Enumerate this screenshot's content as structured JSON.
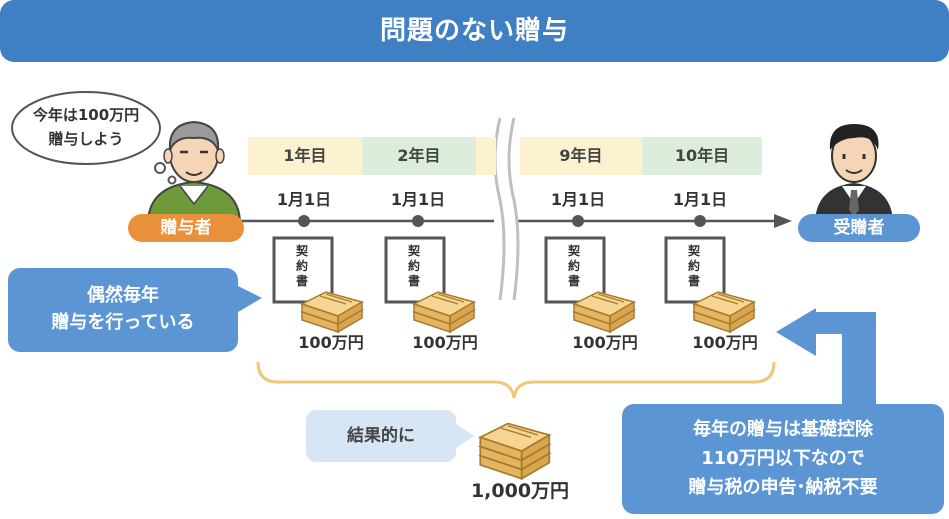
{
  "title": "問題のない贈与",
  "giver": {
    "label": "贈与者",
    "speech_line1": "今年は100万円",
    "speech_line2": "贈与しよう"
  },
  "receiver": {
    "label": "受贈者"
  },
  "years": [
    "1年目",
    "2年目",
    "9年目",
    "10年目"
  ],
  "dates": [
    "1月1日",
    "1月1日",
    "1月1日",
    "1月1日"
  ],
  "contract_label": [
    "契",
    "約",
    "書"
  ],
  "amounts": [
    "100万円",
    "100万円",
    "100万円",
    "100万円"
  ],
  "left_callout": {
    "line1": "偶然毎年",
    "line2": "贈与を行っている"
  },
  "result_label": "結果的に",
  "total_amount": "1,000万円",
  "right_callout": {
    "line1": "毎年の贈与は基礎控除",
    "line2": "110万円以下なので",
    "line3": "贈与税の申告･納税不要"
  },
  "colors": {
    "title_bg": "#3f7fc4",
    "giver_pill": "#e8913a",
    "receiver_pill": "#5b95d3",
    "callout_blue": "#5b95d3",
    "callout_light": "#d7e6f4",
    "year_yellow": "#fdf2cf",
    "year_green": "#dceedb",
    "bracket": "#f2c577",
    "money": "#f0c878"
  }
}
